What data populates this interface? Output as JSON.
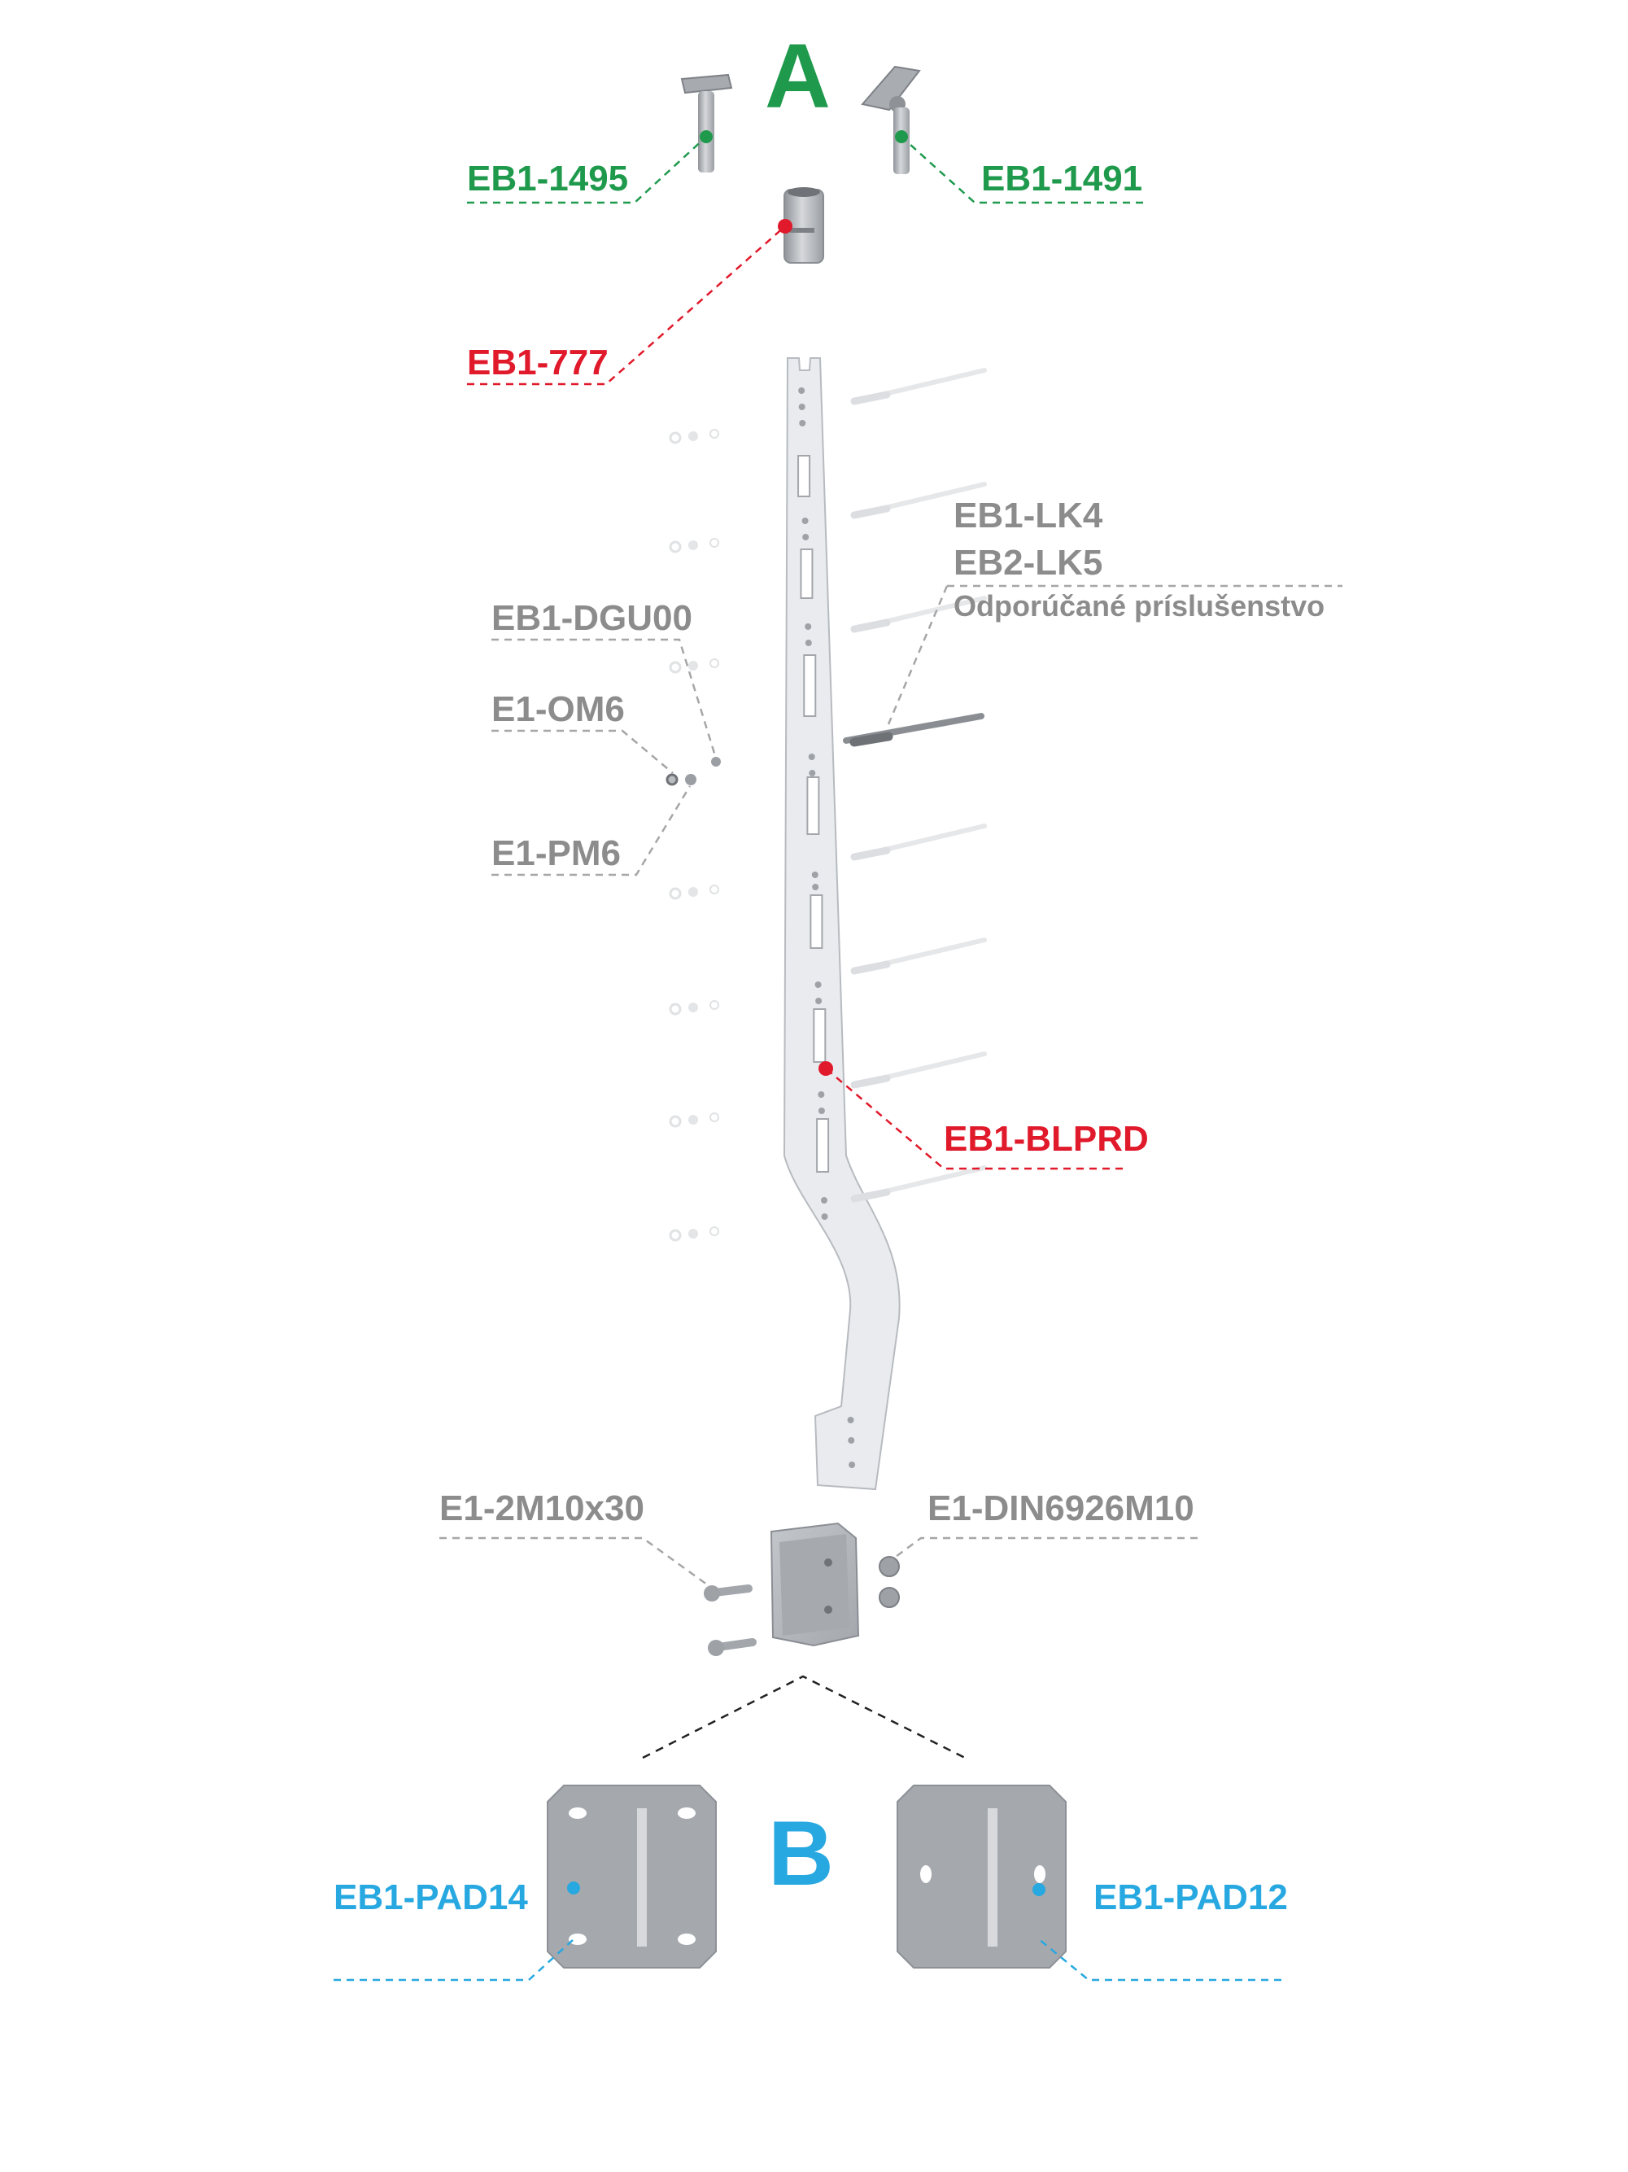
{
  "groups": {
    "a": "A",
    "b": "B"
  },
  "labels": {
    "eb1_1495": "EB1-1495",
    "eb1_1491": "EB1-1491",
    "eb1_777": "EB1-777",
    "eb1_lk4": "EB1-LK4",
    "eb2_lk5": "EB2-LK5",
    "recommended": "Odporúčané príslušenstvo",
    "eb1_dgu00": "EB1-DGU00",
    "e1_om6": "E1-OM6",
    "e1_pm6": "E1-PM6",
    "eb1_blprd": "EB1-BLPRD",
    "e1_2m10x30": "E1-2M10x30",
    "e1_din6926m10": "E1-DIN6926M10",
    "eb1_pad14": "EB1-PAD14",
    "eb1_pad12": "EB1-PAD12"
  },
  "colors": {
    "group_a": "#1f9a4d",
    "hardware_red": "#e0192b",
    "accessory_gray": "#8c8c8c",
    "group_b": "#27a8e0",
    "metal": "#b9bcc0",
    "post": "#e7e9ec"
  }
}
